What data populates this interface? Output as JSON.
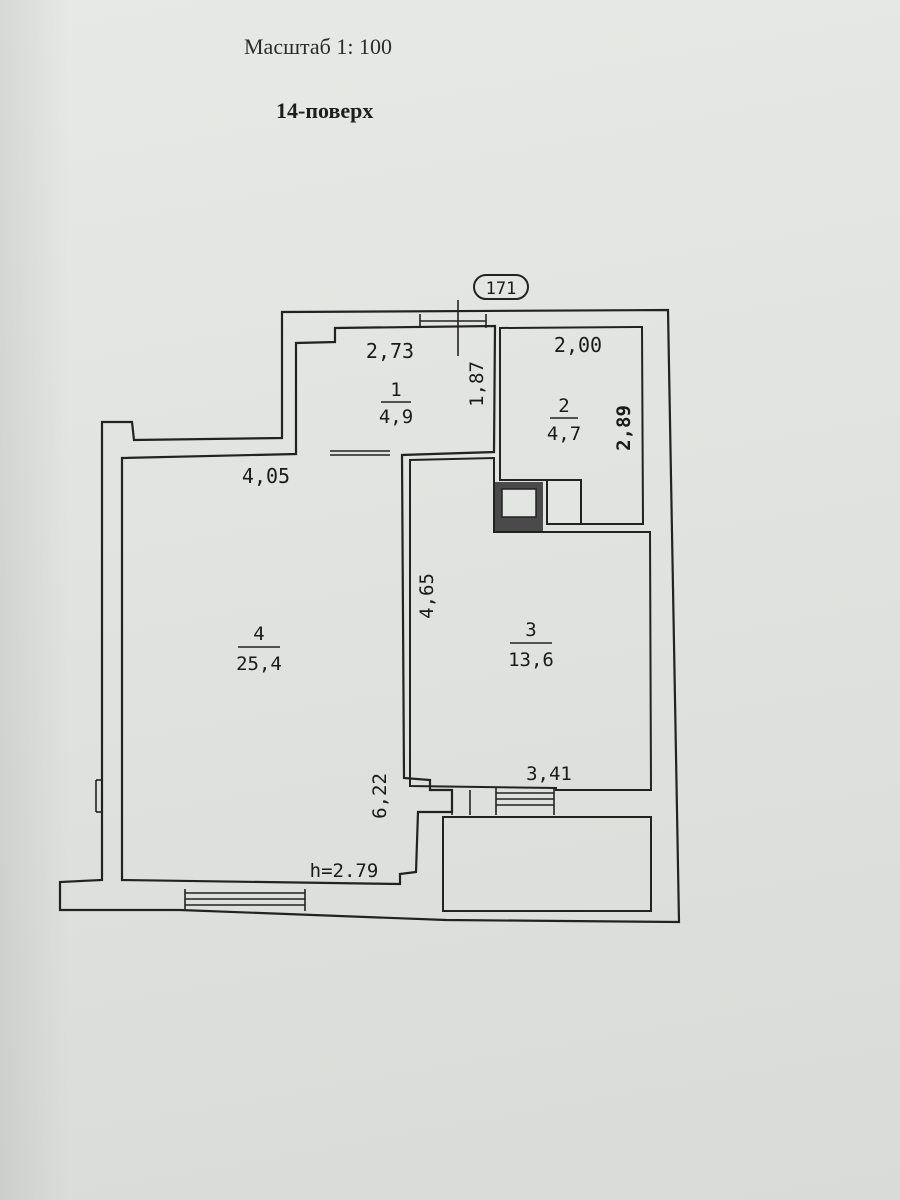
{
  "header": {
    "scale": "Масштаб 1: 100",
    "floor": "14-поверх"
  },
  "plan": {
    "apartment_number": "171",
    "ceiling_height": "h=2.79",
    "rooms": [
      {
        "number": "1",
        "area": "4,9",
        "width": "2,73",
        "depth": "1,87"
      },
      {
        "number": "2",
        "area": "4,7",
        "width": "2,00",
        "depth": "2,89"
      },
      {
        "number": "3",
        "area": "13,6",
        "width": "3,41",
        "depth": "4,65"
      },
      {
        "number": "4",
        "area": "25,4",
        "width": "4,05",
        "depth": "6,22"
      }
    ]
  }
}
